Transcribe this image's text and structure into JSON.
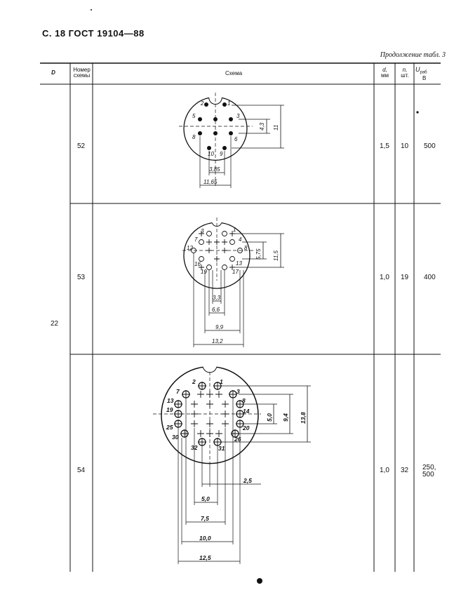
{
  "header": {
    "title": "С. 18  ГОСТ  19104—88"
  },
  "continuation": "Продолжение табл. 3",
  "columns": {
    "d_outer": "D",
    "scheme_no": [
      "Номер",
      "схемы"
    ],
    "scheme": "Схема",
    "d_inner": [
      "d,",
      "мм"
    ],
    "n": [
      "n,",
      "шт."
    ],
    "u": [
      "U",
      "раб",
      "В"
    ]
  },
  "group_D": "22",
  "rows": [
    {
      "scheme_no": "52",
      "d": "1,5",
      "n": "10",
      "u": "500",
      "pins": [
        "1",
        "2",
        "3",
        "5",
        "6",
        "8",
        "9",
        "10"
      ],
      "dims": [
        "4,3",
        "11",
        "3,85",
        "11,65"
      ]
    },
    {
      "scheme_no": "53",
      "d": "1,0",
      "n": "19",
      "u": "400",
      "pins": [
        "1",
        "3",
        "4",
        "7",
        "8",
        "12",
        "13",
        "16",
        "17",
        "19"
      ],
      "dims": [
        "5,75",
        "11,5",
        "3,3",
        "6,6",
        "9,9",
        "13,2"
      ]
    },
    {
      "scheme_no": "54",
      "d": "1,0",
      "n": "32",
      "u": [
        "250,",
        "500"
      ],
      "pins": [
        "1",
        "2",
        "3",
        "7",
        "8",
        "13",
        "14",
        "19",
        "20",
        "25",
        "26",
        "30",
        "31",
        "32"
      ],
      "dims": [
        "5,0",
        "9,4",
        "13,8",
        "2,5",
        "5,0",
        "7,5",
        "10,0",
        "12,5"
      ]
    }
  ]
}
